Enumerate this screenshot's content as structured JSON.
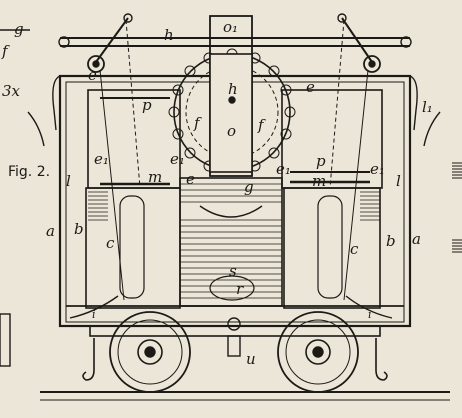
{
  "figure": {
    "caption": "Fig. 2.",
    "ink_color": "#1c1a17",
    "paper_color": "#ece6d8",
    "labels": {
      "o1": "o₁",
      "h_top": "h",
      "h_mid": "h",
      "o": "o",
      "f_left": "f",
      "f_right": "f",
      "e_left": "e",
      "e_right": "e",
      "p_left": "p",
      "p_right": "p",
      "e1_left": "e₁",
      "e1_left_b": "e₁",
      "e_mid": "e",
      "e1_right": "e₁",
      "e1_right_b": "e₁",
      "m_left": "m",
      "m_right": "m",
      "g": "g",
      "l_left": "l",
      "l_right": "l",
      "l1": "l₁",
      "a_left": "a",
      "a_right": "a",
      "b_left": "b",
      "b_right": "b",
      "c_left": "c",
      "c_right": "c",
      "s": "s",
      "r": "r",
      "i_left": "i",
      "i_right": "i",
      "u": "u"
    },
    "edge_fragments": {
      "top_left": "g",
      "mid_left": "f",
      "lower_left": "3x"
    }
  }
}
